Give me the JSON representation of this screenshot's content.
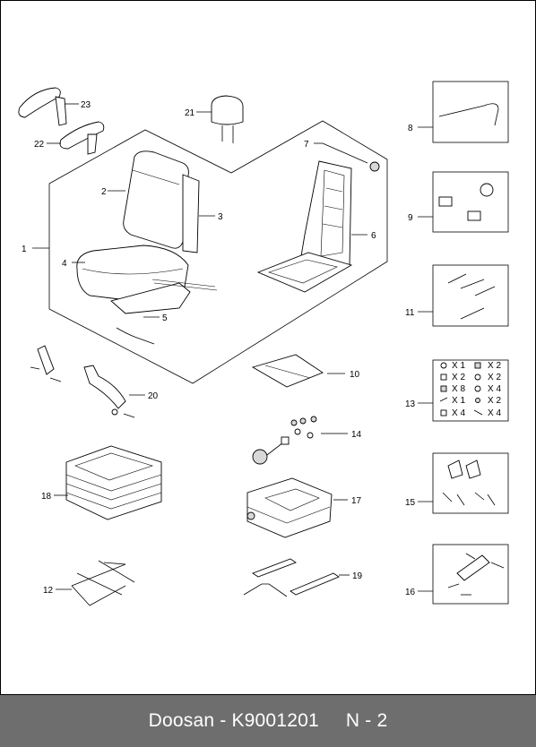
{
  "footer": {
    "brand_part": "Doosan - K9001201",
    "page": "N - 2"
  },
  "callouts": {
    "c1": "1",
    "c2": "2",
    "c3": "3",
    "c4": "4",
    "c5": "5",
    "c6": "6",
    "c7": "7",
    "c8": "8",
    "c9": "9",
    "c10": "10",
    "c11": "11",
    "c12": "12",
    "c13": "13",
    "c14": "14",
    "c15": "15",
    "c16": "16",
    "c17": "17",
    "c18": "18",
    "c19": "19",
    "c20": "20",
    "c21": "21",
    "c22": "22",
    "c23": "23"
  },
  "hardware_kit": {
    "q1": "X 1",
    "q2": "X 2",
    "q3": "X 2",
    "q4": "X 2",
    "q5": "X 8",
    "q6": "X 4",
    "q7": "X 1",
    "q8": "X 2",
    "q9": "X 4",
    "q10": "X 4"
  }
}
